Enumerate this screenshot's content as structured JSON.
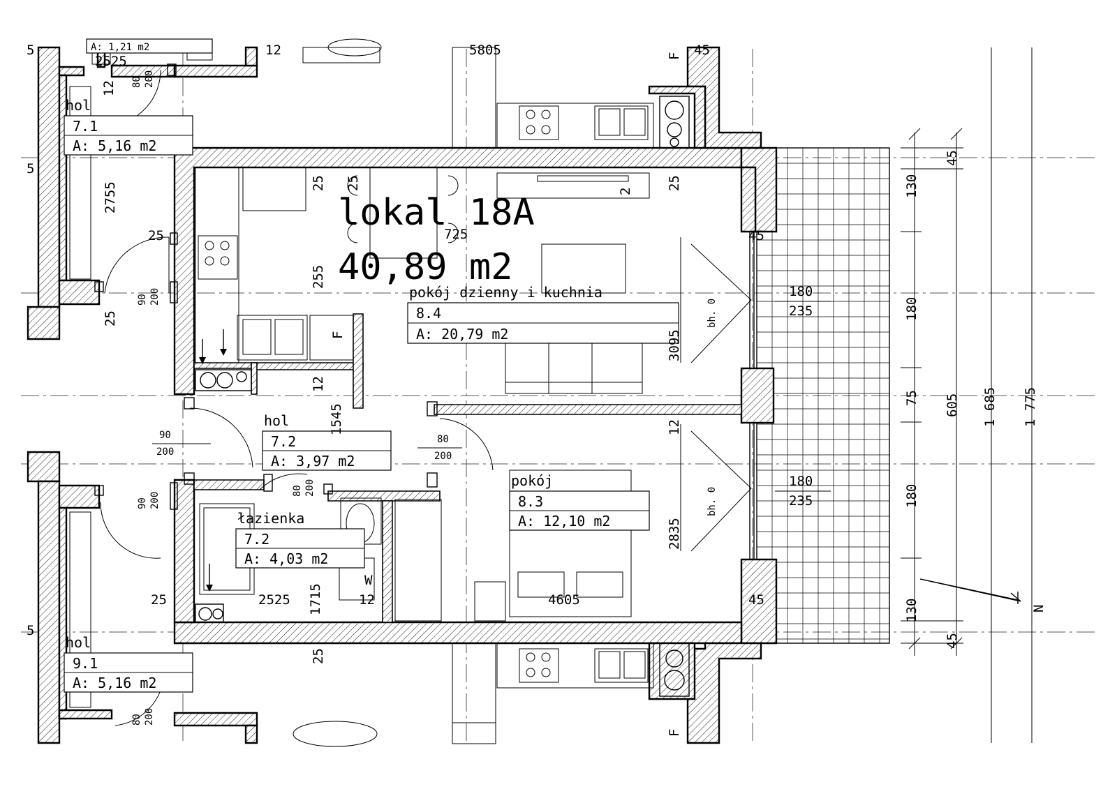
{
  "unit": {
    "name": "lokal 18A",
    "area": "40,89 m2"
  },
  "rooms": {
    "living": {
      "name": "pokój dzienny i kuchnia",
      "number": "8.4",
      "area": "A: 20,79 m2"
    },
    "bedroom": {
      "name": "pokój",
      "number": "8.3",
      "area": "A: 12,10 m2"
    },
    "hall": {
      "name": "hol",
      "number": "7.2",
      "area": "A: 3,97 m2"
    },
    "bathroom": {
      "name": "łazienka",
      "number": "7.2",
      "area": "A: 4,03 m2"
    },
    "neighbor_hall_top": {
      "name": "hol",
      "number": "7.1",
      "area": "A: 5,16 m2"
    },
    "neighbor_hall_bottom": {
      "name": "hol",
      "number": "9.1",
      "area": "A: 5,16 m2"
    }
  },
  "dimensions": {
    "d725": "725",
    "d255": "255",
    "d25a": "25",
    "d25b": "25",
    "d25c": "25",
    "d25d": "25",
    "d25e": "25",
    "d25f": "25",
    "d25g": "25",
    "d12a": "12",
    "d12b": "12",
    "d12c": "12",
    "d12d": "12",
    "d12e": "12",
    "d1545": "1545",
    "d3095": "3095",
    "d2835": "2835",
    "d4605": "4605",
    "d2525a": "2525",
    "d2525b": "2525",
    "d1715": "1715",
    "d2755": "2755",
    "d5805": "5805",
    "d45a": "45",
    "d45b": "45",
    "d45c": "45",
    "d45d": "45",
    "d45e": "45",
    "d5a": "5",
    "d5b": "5",
    "d5c": "5",
    "d130a": "130",
    "d130b": "130",
    "d180a": "180",
    "d180b": "180",
    "d75": "75",
    "d605": "605",
    "d1685": "1 685",
    "d1775": "1 775",
    "d2": "2",
    "w180a": "180",
    "w235a": "235",
    "w180b": "180",
    "w235b": "235",
    "bh0a": "bh. 0",
    "bh0b": "bh. 0",
    "door_90_200_a": [
      "90",
      "200"
    ],
    "door_90_200_b": [
      "90",
      "200"
    ],
    "door_90_200_c": [
      "90",
      "200"
    ],
    "door_80_200_a": [
      "80",
      "200"
    ],
    "door_80_200_b": [
      "80",
      "200"
    ],
    "door_80_200_c": [
      "80",
      "200"
    ],
    "door_80_200_d": [
      "80",
      "200"
    ]
  },
  "markers": {
    "f1": "F",
    "f2": "F",
    "f3": "F",
    "w": "W",
    "north": "N",
    "top_partial": "A: 1,21 m2"
  }
}
